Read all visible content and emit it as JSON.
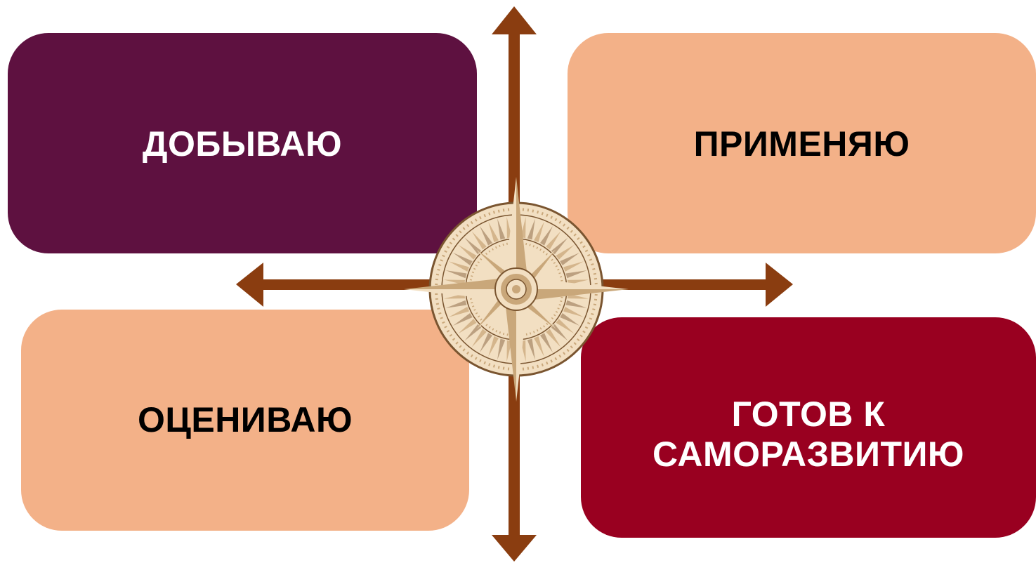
{
  "quadrants": {
    "top_left": {
      "label": "ДОБЫВАЮ",
      "bg": "#5E1140",
      "color": "#FFFFFF"
    },
    "top_right": {
      "label": "ПРИМЕНЯЮ",
      "bg": "#F3B188",
      "color": "#000000"
    },
    "bottom_left": {
      "label": "ОЦЕНИВАЮ",
      "bg": "#F3B188",
      "color": "#000000"
    },
    "bottom_right": {
      "label": "ГОТОВ К\nСАМОРАЗВИТИЮ",
      "bg": "#990020",
      "color": "#FFFFFF"
    }
  },
  "colors": {
    "arrow": "#8A3D10",
    "compass_gold": "#C9A77A",
    "compass_dark": "#7A5530",
    "compass_light": "#F2DFC2"
  },
  "icons": {
    "center": "compass-rose-icon"
  }
}
